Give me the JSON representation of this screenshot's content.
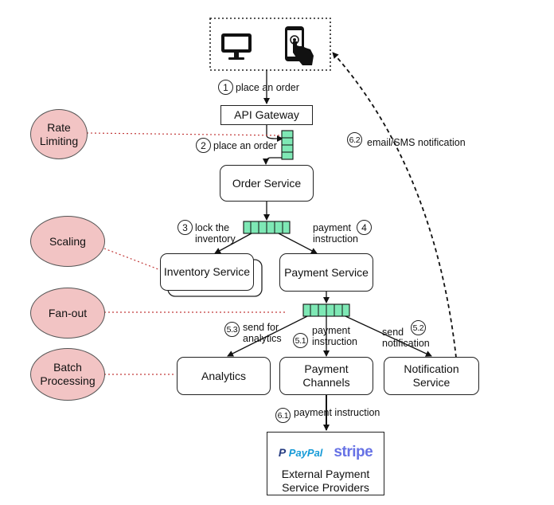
{
  "nodes": {
    "api_gateway": "API Gateway",
    "order_service": "Order Service",
    "inventory_service": "Inventory Service",
    "payment_service": "Payment Service",
    "analytics": "Analytics",
    "payment_channels": "Payment\nChannels",
    "notification_service": "Notification\nService",
    "external_providers": "External Payment\nService Providers",
    "paypal_logo": "PayPal",
    "stripe_logo": "stripe"
  },
  "concepts": {
    "rate_limiting": "Rate\nLimiting",
    "scaling": "Scaling",
    "fan_out": "Fan-out",
    "batch_processing": "Batch\nProcessing"
  },
  "steps": {
    "s1": {
      "num": "1",
      "label": "place an order"
    },
    "s2": {
      "num": "2",
      "label": "place an order"
    },
    "s3": {
      "num": "3",
      "label": "lock the\ninventory"
    },
    "s4": {
      "num": "4",
      "label": "payment\ninstruction"
    },
    "s51": {
      "num": "5.1",
      "label": "payment\ninstruction"
    },
    "s52": {
      "num": "5.2",
      "label": "send\nnotification"
    },
    "s53": {
      "num": "5.3",
      "label": "send for\nanalytics"
    },
    "s61": {
      "num": "6.1",
      "label": "payment instruction"
    },
    "s62": {
      "num": "6.2",
      "label": "email/SMS notification"
    }
  },
  "icons": [
    "monitor-icon",
    "smartphone-touch-icon"
  ],
  "colors": {
    "queue": "#7ee8b5",
    "concept": "#f2c4c4",
    "paypal_dark": "#253b80",
    "paypal_light": "#179bd7",
    "stripe": "#6772e5"
  }
}
